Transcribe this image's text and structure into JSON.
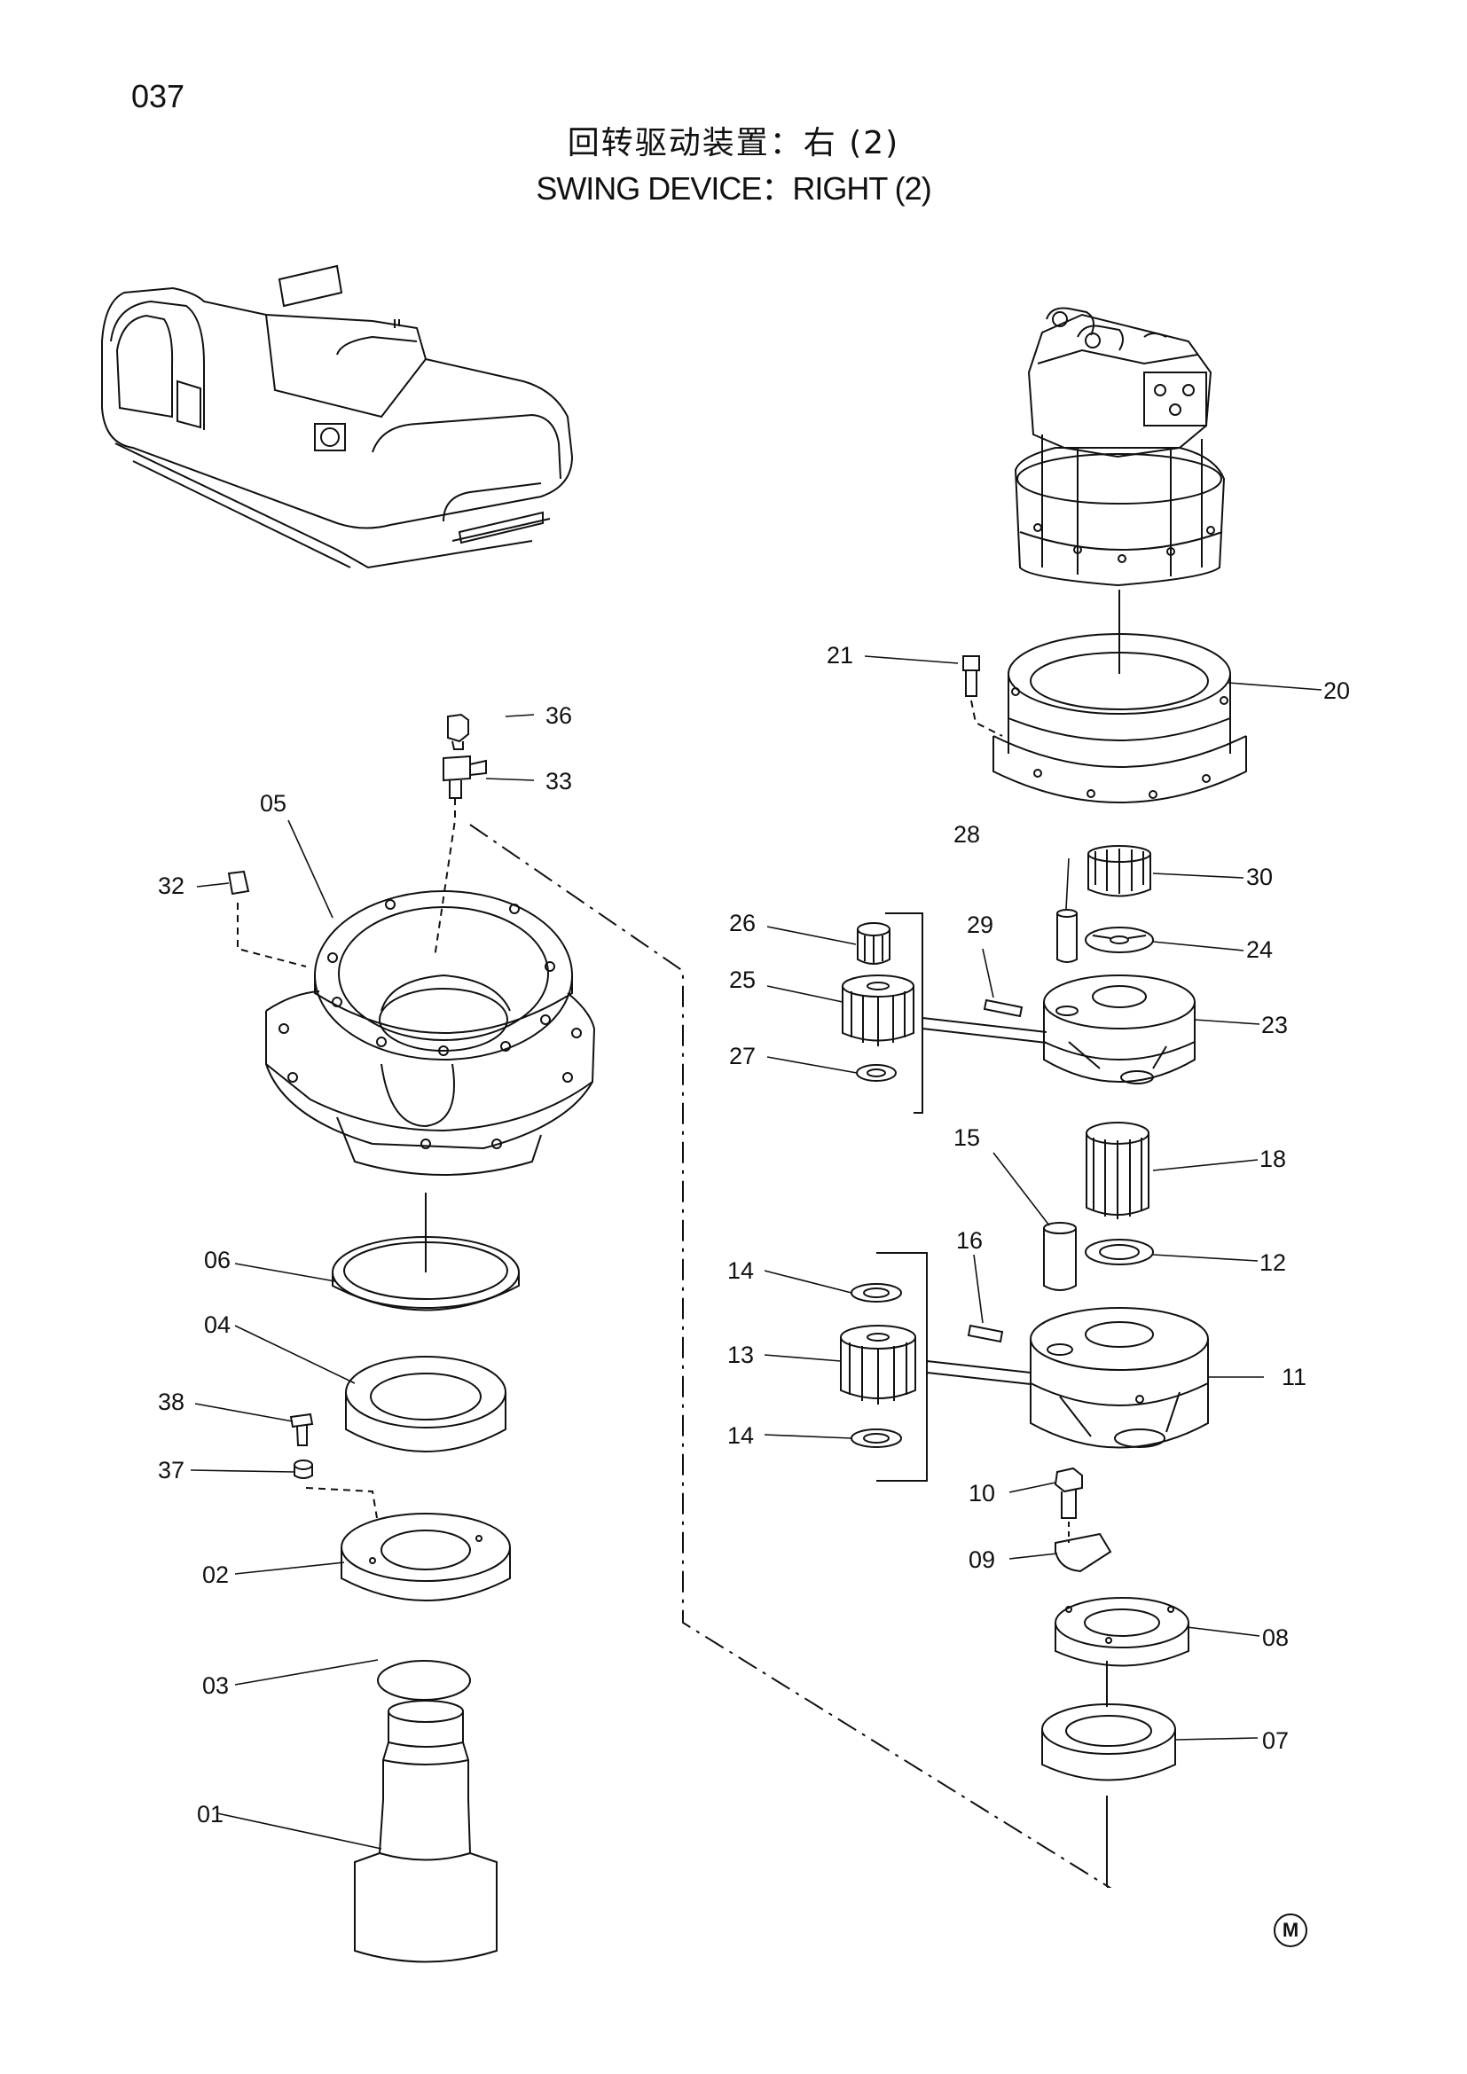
{
  "page_number": "037",
  "title_cn": "回转驱动装置：右 (2)",
  "title_en": "SWING DEVICE：RIGHT  (2)",
  "logo_mark": "M",
  "labels": {
    "p01": "01",
    "p02": "02",
    "p03": "03",
    "p04": "04",
    "p05": "05",
    "p06": "06",
    "p07": "07",
    "p08": "08",
    "p09": "09",
    "p10": "10",
    "p11": "11",
    "p12": "12",
    "p13": "13",
    "p14a": "14",
    "p14b": "14",
    "p15": "15",
    "p16": "16",
    "p18": "18",
    "p20": "20",
    "p21": "21",
    "p23": "23",
    "p24": "24",
    "p25": "25",
    "p26": "26",
    "p27": "27",
    "p28": "28",
    "p29": "29",
    "p30": "30",
    "p32": "32",
    "p33": "33",
    "p36": "36",
    "p37": "37",
    "p38": "38"
  }
}
